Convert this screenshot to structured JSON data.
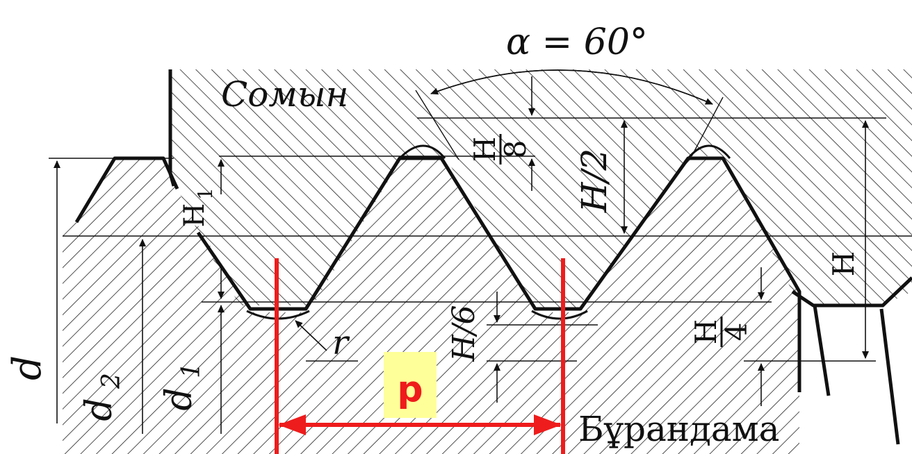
{
  "labels": {
    "nut": "Сомын",
    "bolt": "Бұрандама",
    "angle": "α = 60°",
    "h_over_8_num": "H",
    "h_over_8_den": "8",
    "h_over_2": "H/2",
    "h1": "H",
    "h1_sub": "1",
    "h_full": "H",
    "h_over_6": "H/6",
    "h_over_4_num": "H",
    "h_over_4_den": "4",
    "r": "r",
    "d": "d",
    "d2": "d",
    "d2_sub": "2",
    "d1": "d",
    "d1_sub": "1",
    "pitch": "p"
  },
  "colors": {
    "ink": "#111111",
    "hatch": "#222222",
    "pitch_marker": "#ee1c1c",
    "pitch_badge": "#ffff99"
  }
}
